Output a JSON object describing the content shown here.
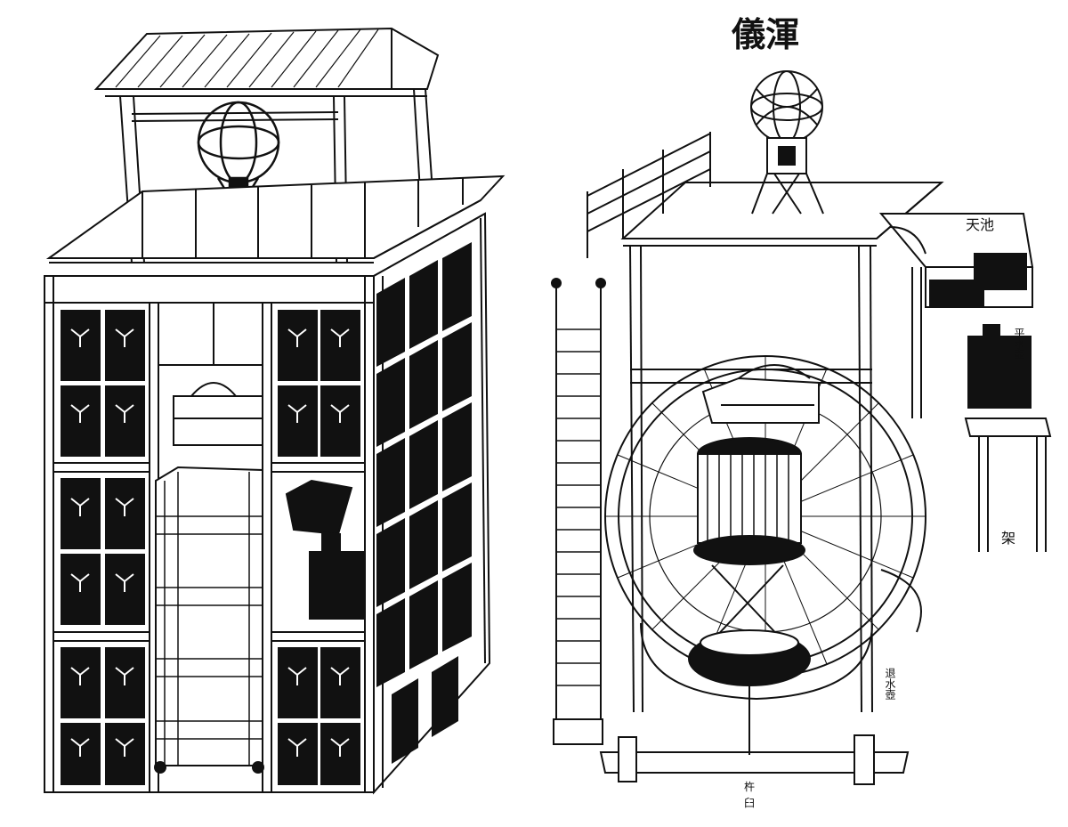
{
  "title": "儀渾",
  "labels": {
    "tianchi": "天池",
    "pingshui": "平水壺",
    "jia": "架",
    "tuishui": "退水壺",
    "hu": "壺",
    "chu": "杵",
    "jiu": "臼"
  },
  "colors": {
    "ink": "#111111",
    "paper": "#ffffff"
  }
}
